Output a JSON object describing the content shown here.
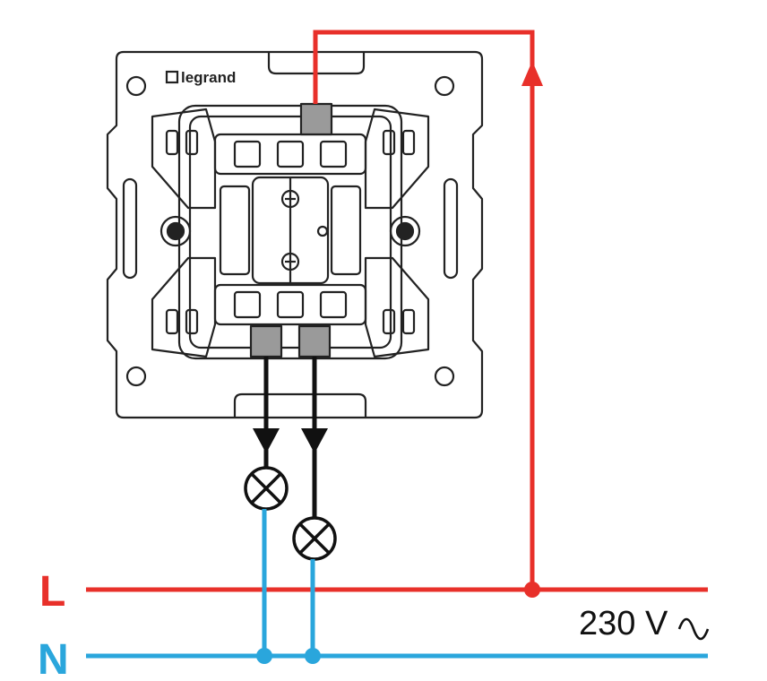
{
  "brand": "legrand",
  "labels": {
    "line": "L",
    "neutral": "N",
    "voltage": "230 V"
  },
  "icons": {
    "brand": "legrand-logo-icon",
    "ac_symbol": "ac-sine-icon",
    "lamp": "lamp-icon",
    "arrow": "arrow-icon"
  },
  "colors": {
    "line": "#e8302a",
    "neutral": "#2aa6dc",
    "load_wire": "#111111",
    "outline": "#222222"
  }
}
